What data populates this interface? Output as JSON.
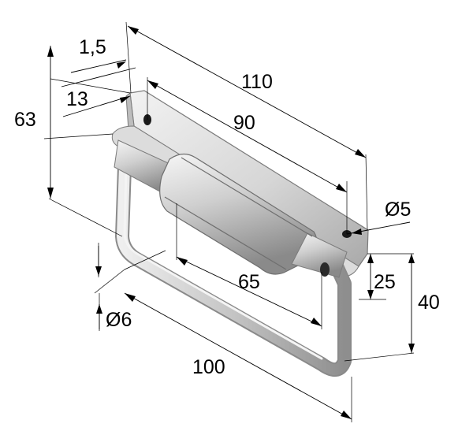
{
  "drawing": {
    "dimensions": {
      "thickness": "1,5",
      "plate_width": "13",
      "height_total": "63",
      "plate_length": "110",
      "hole_spacing": "90",
      "hole_diameter": "Ø5",
      "handle_inner": "65",
      "wire_diameter": "Ø6",
      "handle_length": "100",
      "handle_depth": "25",
      "handle_offset": "40"
    }
  }
}
